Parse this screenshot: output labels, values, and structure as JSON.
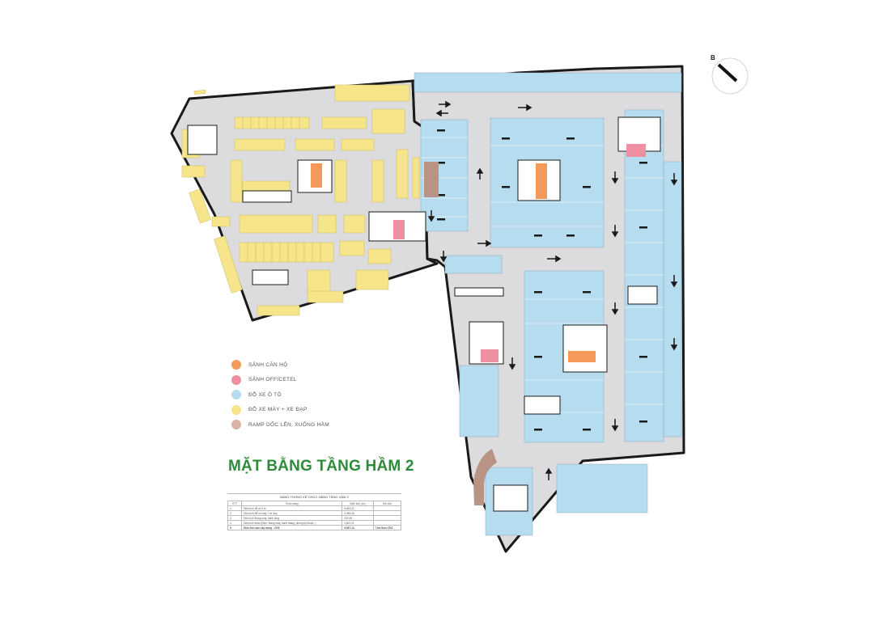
{
  "title": "MẶT BẰNG TẦNG HẦM 2",
  "compass_label": "B",
  "legend": [
    {
      "label": "SẢNH CĂN HỘ",
      "color": "#f39a5a"
    },
    {
      "label": "SẢNH OFFICETEL",
      "color": "#ef8fa2"
    },
    {
      "label": "ĐỖ XE Ô TÔ",
      "color": "#b6dcef"
    },
    {
      "label": "ĐỖ XE MÁY + XE ĐẠP",
      "color": "#f6e58a"
    },
    {
      "label": "RAMP DỐC LÊN, XUỐNG HẦM",
      "color": "#d9b4a4"
    }
  ],
  "stats": {
    "title": "BẢNG THỐNG KÊ CHỨC NĂNG TẦNG HẦM 2",
    "headers": [
      "STT",
      "Chức năng",
      "Diện tích (m²)",
      "Ghi chú"
    ],
    "rows": [
      [
        "1",
        "Diện tích để xe ô tô",
        "6,663.32",
        ""
      ],
      [
        "2",
        "Diện tích để xe máy + xe đạp",
        "3,396.06",
        ""
      ],
      [
        "3",
        "Diện tích thang máy, hành lang",
        "232.95",
        ""
      ],
      [
        "4",
        "Diện tích khác (Ram, thang máy, sảnh thang, phòng kỹ thuật...)",
        "1,601.21",
        ""
      ],
      [
        "5",
        "Diện tích sàn xây dựng - CPA",
        "9,897.13",
        "Tính theo CPA"
      ]
    ]
  },
  "colors": {
    "outline": "#1a1a1a",
    "corridor": "#dcdcdf",
    "car": "#b6dcef",
    "moto": "#f6e58a",
    "apt_lobby": "#f39a5a",
    "office_lobby": "#ef8fa2",
    "ramp": "#b89484"
  }
}
